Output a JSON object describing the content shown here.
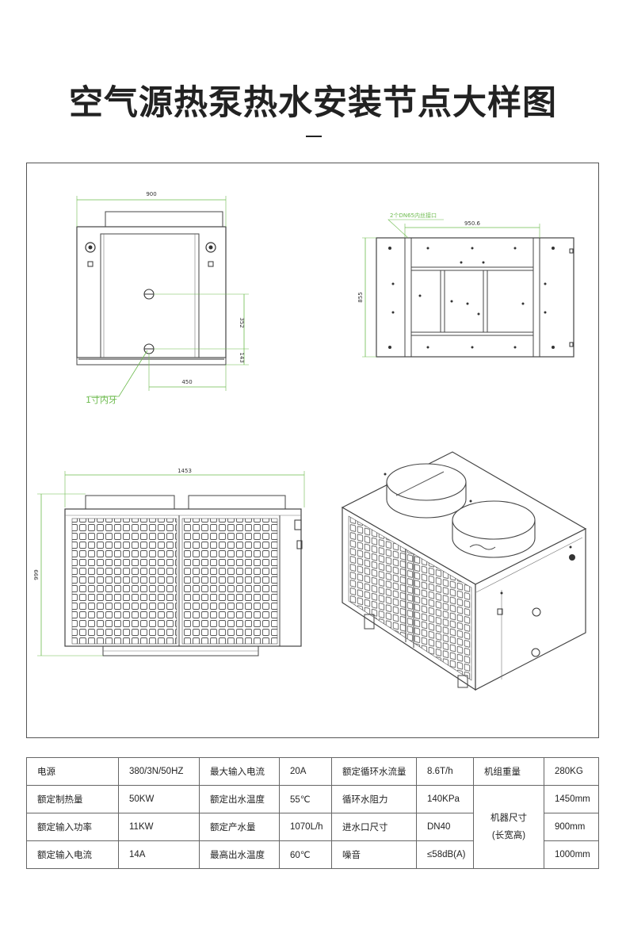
{
  "title": "空气源热泵热水安装节点大样图",
  "drawings": {
    "front": {
      "width": "900",
      "height_upper": "352",
      "height_lower": "143",
      "offset": "450",
      "callout": "1寸内牙"
    },
    "top": {
      "width": "950.6",
      "height": "855",
      "callout": "2个DN65内丝接口"
    },
    "side": {
      "width": "1453",
      "height": "999"
    }
  },
  "specs": {
    "rows": [
      [
        {
          "label": "电源",
          "value": "380/3N/50HZ"
        },
        {
          "label": "最大输入电流",
          "value": "20A"
        },
        {
          "label": "额定循环水流量",
          "value": "8.6T/h"
        },
        {
          "label": "机组重量",
          "value": "280KG"
        }
      ],
      [
        {
          "label": "额定制热量",
          "value": "50KW"
        },
        {
          "label": "额定出水温度",
          "value": "55℃"
        },
        {
          "label": "循环水阻力",
          "value": "140KPa"
        },
        {
          "value": "1450mm"
        }
      ],
      [
        {
          "label": "额定输入功率",
          "value": "11KW"
        },
        {
          "label": "额定产水量",
          "value": "1070L/h"
        },
        {
          "label": "进水口尺寸",
          "value": "DN40"
        },
        {
          "value": "900mm"
        }
      ],
      [
        {
          "label": "额定输入电流",
          "value": "14A"
        },
        {
          "label": "最高出水温度",
          "value": "60℃"
        },
        {
          "label": "噪音",
          "value": "≤58dB(A)"
        },
        {
          "value": "1000mm"
        }
      ]
    ],
    "size_label_line1": "机器尺寸",
    "size_label_line2": "(长宽高)"
  }
}
